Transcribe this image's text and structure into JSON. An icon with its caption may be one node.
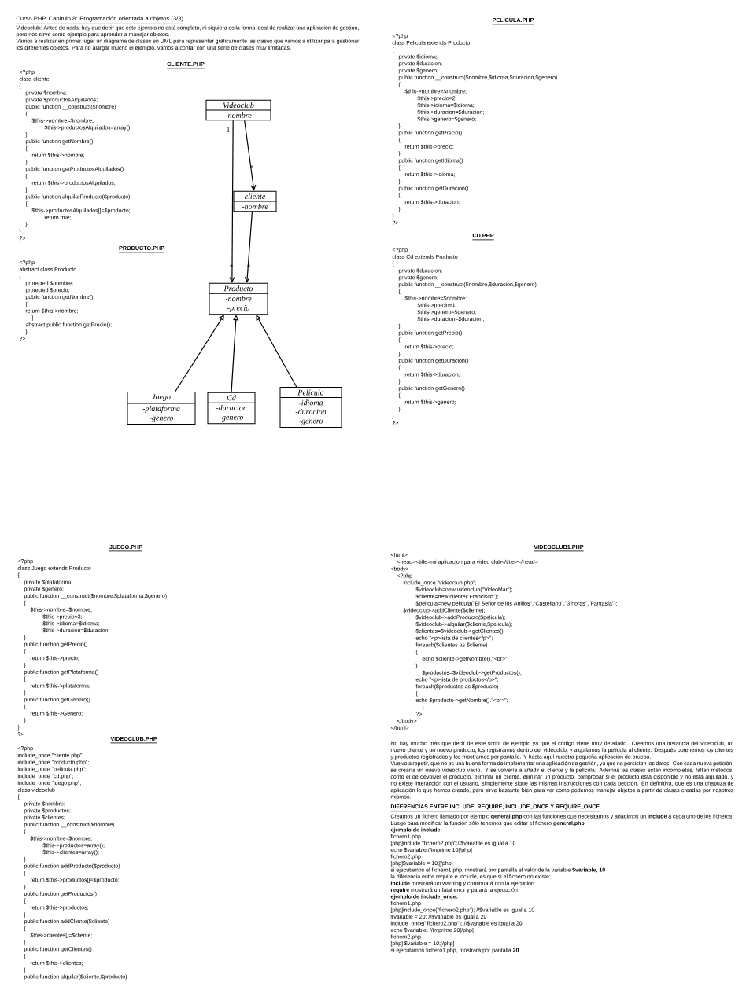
{
  "diagram": {
    "nodes": [
      {
        "text": [
          "Videoclub",
          "-nombre"
        ]
      },
      {
        "text": [
          "cliente",
          "-nombre"
        ]
      },
      {
        "text": [
          "Producto",
          "-nombre",
          "-precio"
        ]
      },
      {
        "text": [
          "Juego",
          "-plataforma",
          "-genero"
        ]
      },
      {
        "text": [
          "Cd",
          "-duracion",
          "-genero"
        ]
      },
      {
        "text": [
          "Película",
          "-idioma",
          "-duracion",
          "-genero"
        ]
      }
    ],
    "edges": [
      {
        "from": 0,
        "to": 2,
        "arrow": "to"
      },
      {
        "from": 0,
        "to": 1,
        "arrow": "to"
      },
      {
        "from": 1,
        "to": 2,
        "arrow": "to"
      },
      {
        "from": 3,
        "to": 2,
        "arrow": "to"
      },
      {
        "from": 4,
        "to": 2,
        "arrow": "to"
      },
      {
        "from": 5,
        "to": 2,
        "arrow": "to"
      }
    ],
    "labels": [
      "Curso PHP. Capítulo 8: Programación orientada a objetos (3/3)",
      "Videoclub: Antes de nada, hay que decir que este ejemplo no está completo, ni siquiera es la forma ideal de realizar una aplicación de gestión, pero nos sirve como ejemplo para aprender a manejar objetos.",
      "Vamos a realizar en primer lugar un diagrama de clases en UML para representar gráficamente las clases que vamos a utilizar para gestionar los diferentes objetos. Para no alargar mucho el ejemplo, vamos a contar con una serie de clases muy limitadas.",
      "CLIENTE.PHP",
      "<?php",
      "class cliente",
      "{",
      "private $nombre;",
      "private $productosAlquilados;",
      "public function __construct($nombre)",
      "{",
      "$this->nombre=$nombre;",
      "$this->productosAlquilados=array();",
      "}",
      "public function getNombre()",
      "{",
      "return $this->nombre;",
      "}",
      "public function getProductosAlquilados()",
      "{",
      "return $this->productosAlquilados;",
      "}",
      "public function alquilarProducto($producto)",
      "{",
      "$this->productosAlquilados[]=$producto;",
      "return true;",
      "}",
      "}",
      "?>",
      "1",
      "*",
      "*",
      "*",
      "PRODUCTO.PHP",
      "<?php",
      "abstract class Producto",
      "{",
      "protected $nombre;",
      "protected $precio;",
      "public function getNombre()",
      "{",
      "return $this->nombre;",
      "}",
      "abstract public function getPrecio();",
      "}",
      "?>",
      "PELÍCULA.PHP",
      "<?php",
      "class Pelicula extends Producto",
      "{",
      "private $idioma;",
      "private $duracion;",
      "private $genero;",
      "public function __construct($nombre,$idioma,$duracion,$genero)",
      "{",
      "$this->nombre=$nombre;",
      "$this->precio=2;",
      "$this->idioma=$idioma;",
      "$this->duracion=$duracion;",
      "$this->genero=$genero;",
      "}",
      "public function getPrecio()",
      "{",
      "return $this->precio;",
      "}",
      "public function getIdioma()",
      "{",
      "return $this->idioma;",
      "}",
      "public function getDuracion()",
      "{",
      "return $this->duracion;",
      "}",
      "}",
      "?>",
      "CD.PHP",
      "<?php",
      "class Cd extends Producto",
      "{",
      "private $duracion;",
      "private $genero;",
      "public function __construct($nombre,$duracion,$genero)",
      "{",
      "$this->nombre=$nombre;",
      "$this->precio=1;",
      "$this->genero=$genero;",
      "$this->duracion=$duracion;",
      "}",
      "public function getPrecio()",
      "{",
      "return $this->precio;",
      "}",
      "public function getDuracion()",
      "{",
      "return $this->duracion;",
      "}",
      "public function getGenero()",
      "{",
      "return $this->genero;",
      "}",
      "}",
      "?>",
      "JUEGO.PHP",
      "<?php",
      "class Juego extends Producto",
      "{",
      "private $plataforma;",
      "private $genero;",
      "public function __construct($nombre,$plataforma,$genero)",
      "{",
      "$this->nombre=$nombre;",
      "$this->precio=3;",
      "$this->idioma=$idioma;",
      "$this->duracion=$duracion;",
      "}",
      "public function getPrecio()",
      "{",
      "return $this->precio;",
      "}",
      "public function getPlataforma()",
      "{",
      "return $this->plataforma;",
      "}",
      "public function getGenero()",
      "{",
      "return $this->Genero;",
      "}",
      "}",
      "?>",
      "VIDEOCLUB.PHP",
      "<?php",
      "include_once \"cliente.php\";",
      "include_once \"producto.php\";",
      "include_once \"pelicula.php\";",
      "include_once \"cd.php\";",
      "include_once \"juego.php\";",
      "class videoclub",
      "{",
      "private $nombre;",
      "private $productos;",
      "private $clientes;",
      "public function __construct($nombre)",
      "{",
      "$this->nombre=$nombre;",
      "$this->productos=array();",
      "$this->clientes=array();",
      "}",
      "public function addProducto($producto)",
      "{",
      "return $this->productos[]=$producto;",
      "}",
      "public function getProductos()",
      "{",
      "return $this->productos;",
      "}",
      "public function addCliente($cliente)",
      "{",
      "$this->clientes[]=$cliente;",
      "}",
      "public function getClientes()",
      "{",
      "return $this->clientes;",
      "}",
      "public function alquilar($cliente,$producto)",
      "VIDEOCLUB1.PHP",
      "<html>",
      "<head><title>mi aplicacion para video club</title></head>",
      "<body>",
      "<?php",
      "include_once \"videoclub.php\";",
      "$videoclub=new videoclub(\"VideoMar\");",
      "$cliente=new cliente(\"Francisco\");",
      "$pelicula=new pelicula(\"El Señor de los Anillos\",\"Castellano\",\"3 horas\",\"Fantasía\");",
      "$videoclub->addCliente($cliente);",
      "$videoclub->addProducto($pelicula);",
      "$videoclub->alquilar($cliente,$pelicula);",
      "$clientes=$videoclub->getClientes();",
      "echo \"<p>lista de clientes</p>\";",
      "foreach($clientes as $cliente)",
      "{",
      "echo $cliente->getNombre().\"<br>\";",
      "}",
      "$productos=$videoclub->getProductos();",
      "echo \"<p>lista de productos</p>\";",
      "foreach($productos as $producto)",
      "{",
      "echo $producto->getNombre().\"<br>\";",
      "}",
      "?>",
      "</body>",
      "</html>",
      "No hay mucho más que decir de este script de ejemplo ya que el código viene muy detallado. Creamos una instancia del videoclub, un nuevo cliente y un nuevo producto, los registramos dentro del videoclub, y alquilamos la película al cliente. Después obtenemos los clientes y productos registrados y los mostramos por pantalla. Y hasta aquí nuestra pequeña aplicación de prueba.",
      "Vuelvo a repetir, que no es una buena forma de implementar una aplicación de gestión, ya que no persisten los datos. Con cada nueva petición, se crearía un nuevo videoclub vacío. Y se volvería a añadir el cliente y la película. Además las clases están incompletas, faltan métodos, como el de devolver el producto, eliminar un cliente, eliminar un producto, comprobar si el producto está disponible y no está alquilado, y no existe interacción con el usuario, simplemente sigue las mismas instrucciones con cada petición. En definitiva, que es una chapuza de aplicación lo que hemos creado, pero sirve bastante bien para ver como podemos manejar objetos a partir de clases creadas por nosotros mismos.",
      "DIFERENCIAS ENTRE INCLUDE, REQUIRE, INCLUDE_ONCE Y REQUIRE_ONCE",
      "Creamos un fichero llamado por ejemplo **general.php** con las funciones que necesitamos y añadimos un **include** a cada uno de los ficheros.",
      "Luego para modificar la función sólo tenemos que editar el fichero **general.php**",
      "ejemplo de include:",
      "fichero1.php",
      "[php]include \"fichero2.php\";//$variable es igual a 10",
      "echo $variable;//imprime 10[/php]",
      "fichero2.php",
      "[php]$variable = 10;[/php]",
      "si ejecutamos el fichero1.php, mostrará por pantalla el valor de la variable **$variable, 10**",
      "la diferencia entre require e include, es que si el fichero no existe:",
      "**include** mostrará un warning y continuará con la ejecución",
      "**require** mostrará un fatal error y parará la ejecución",
      "ejemplo de include_once:",
      "fichero1.php",
      "[php]include_once(\"fichero2.php\"); //$variable es igual a 10",
      "$variable = 20; //$variable es igual a 20",
      "include_once(\"fichero2.php\"); //$variable es igual a 20",
      "echo $variable; //imprime 20[/php]",
      "fichero2.php",
      "[php] $variable = 10;[/php]",
      "si ejecutamos fichero1.php, mostrará por pantalla **20**"
    ]
  }
}
